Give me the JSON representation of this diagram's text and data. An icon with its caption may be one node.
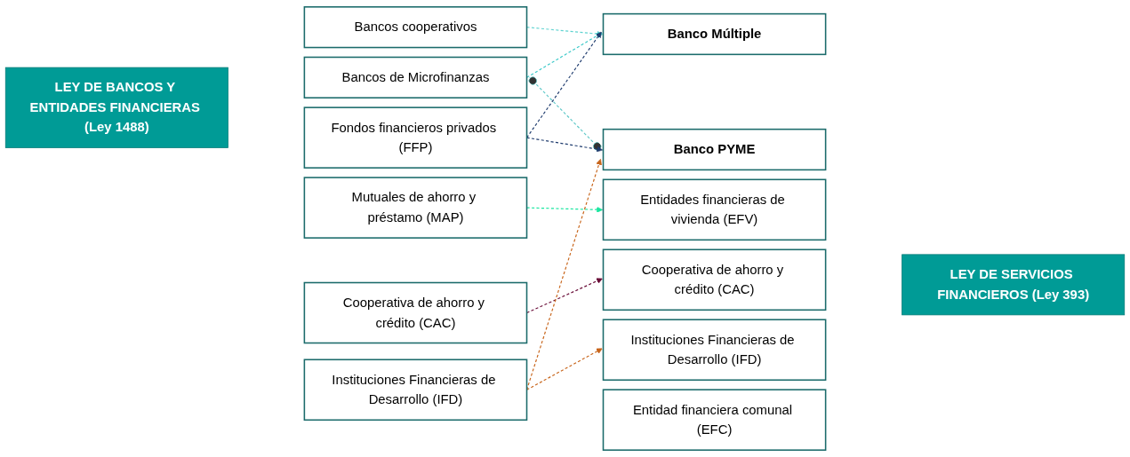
{
  "diagram": {
    "nodes": [
      {
        "text": [
          "LEY DE BANCOS Y ENTIDADES FINANCIERAS (Ley 1488)"
        ]
      },
      {
        "text": [
          "Bancos cooperativos"
        ]
      },
      {
        "text": [
          "Bancos de Microfinanzas"
        ]
      },
      {
        "text": [
          "Fondos financieros privados (FFP)"
        ]
      },
      {
        "text": [
          "Mutuales de ahorro y préstamo (MAP)"
        ]
      },
      {
        "text": [
          "Cooperativa de ahorro y crédito (CAC)"
        ]
      },
      {
        "text": [
          "Instituciones Financieras de Desarrollo (IFD)"
        ]
      },
      {
        "text": [
          "Banco Múltiple"
        ]
      },
      {
        "text": [
          "Banco PYME"
        ]
      },
      {
        "text": [
          "Entidades financieras de vivienda (EFV)"
        ]
      },
      {
        "text": [
          "Cooperativa de ahorro y crédito (CAC)"
        ]
      },
      {
        "text": [
          "Instituciones Financieras de Desarrollo (IFD)"
        ]
      },
      {
        "text": [
          "Entidad financiera comunal (EFC)"
        ]
      },
      {
        "text": [
          "LEY DE SERVICIOS FINANCIEROS (Ley 393)"
        ]
      }
    ],
    "edges": [
      {
        "from": 1,
        "to": 7,
        "arrow": "to",
        "style": "dashed",
        "color": "#5fd3d0"
      },
      {
        "from": 2,
        "to": 7,
        "arrow": "to",
        "style": "dashed",
        "color": "#3cc9c9"
      },
      {
        "from": 2,
        "to": 8,
        "arrow": "other",
        "style": "dashed",
        "color": "#5fc8c8"
      },
      {
        "from": 3,
        "to": 7,
        "arrow": "to",
        "style": "dashed",
        "color": "#1f3c6e"
      },
      {
        "from": 3,
        "to": 8,
        "arrow": "to",
        "style": "dashed",
        "color": "#1f3c6e"
      },
      {
        "from": 4,
        "to": 9,
        "arrow": "to",
        "style": "dashed",
        "color": "#19e6a0"
      },
      {
        "from": 5,
        "to": 10,
        "arrow": "to",
        "style": "dashed",
        "color": "#6b0f3a"
      },
      {
        "from": 6,
        "to": 8,
        "arrow": "to",
        "style": "dashed",
        "color": "#c8651b"
      },
      {
        "from": 6,
        "to": 11,
        "arrow": "to",
        "style": "dashed",
        "color": "#c8651b"
      }
    ]
  }
}
